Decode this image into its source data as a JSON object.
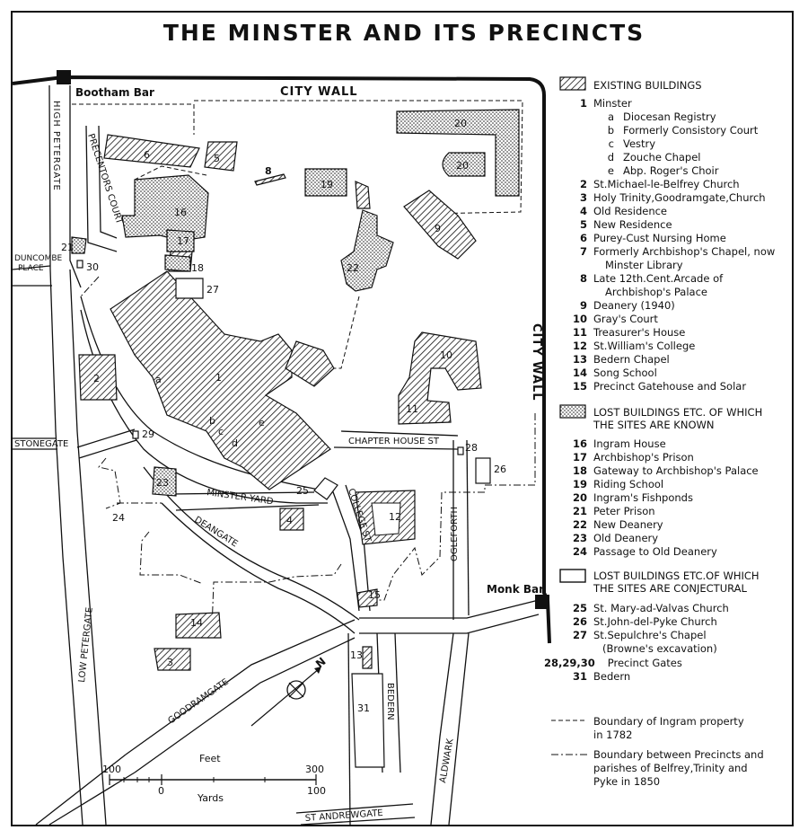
{
  "title": "THE MINSTER AND ITS PRECINCTS",
  "map_labels": {
    "bootham_bar": "Bootham Bar",
    "city_wall_top": "CITY WALL",
    "city_wall_right": "CITY WALL",
    "monk_bar": "Monk Bar",
    "high_petergate": "HIGH PETERGATE",
    "precentors_court": "PRECENTORS COURT",
    "duncombe_place_1": "DUNCOMBE",
    "duncombe_place_2": "PLACE",
    "stonegate": "STONEGATE",
    "minster_yard": "MINSTER YARD",
    "college_st": "COLLEGE ST",
    "chapter_house_st": "CHAPTER HOUSE ST",
    "deangate": "DEANGATE",
    "ogleforth": "OGLEFORTH",
    "low_petergate": "LOW PETERGATE",
    "goodramgate": "GOODRAMGATE",
    "bedern": "BEDERN",
    "aldwark": "ALDWARK",
    "st_andrewgate": "ST ANDREWGATE",
    "north": "N"
  },
  "building_labels": [
    "6",
    "5",
    "8",
    "19",
    "20",
    "20",
    "16",
    "17",
    "18",
    "27",
    "21",
    "30",
    "22",
    "9",
    "1",
    "a",
    "b",
    "c",
    "d",
    "e",
    "2",
    "10",
    "11",
    "29",
    "28",
    "26",
    "23",
    "25",
    "4",
    "12",
    "24",
    "15",
    "14",
    "13",
    "3",
    "31"
  ],
  "scale": {
    "feet_title": "Feet",
    "yards_title": "Yards",
    "feet_ticks": [
      "100",
      "300"
    ],
    "yards_ticks": [
      "0",
      "100"
    ]
  },
  "legend": {
    "existing_header": "EXISTING BUILDINGS",
    "existing": [
      {
        "num": "1",
        "name": "Minster"
      },
      {
        "num": "2",
        "name": "St.Michael-le-Belfrey Church"
      },
      {
        "num": "3",
        "name": "Holy Trinity,Goodramgate,Church"
      },
      {
        "num": "4",
        "name": "Old Residence"
      },
      {
        "num": "5",
        "name": "New Residence"
      },
      {
        "num": "6",
        "name": "Purey-Cust Nursing Home"
      },
      {
        "num": "7",
        "name": "Formerly Archbishop's Chapel, now"
      },
      {
        "num": "",
        "name": "Minster Library"
      },
      {
        "num": "8",
        "name": "Late 12th.Cent.Arcade of"
      },
      {
        "num": "",
        "name": "Archbishop's Palace"
      },
      {
        "num": "9",
        "name": "Deanery (1940)"
      },
      {
        "num": "10",
        "name": "Gray's Court"
      },
      {
        "num": "11",
        "name": "Treasurer's House"
      },
      {
        "num": "12",
        "name": "St.William's College"
      },
      {
        "num": "13",
        "name": "Bedern Chapel"
      },
      {
        "num": "14",
        "name": "Song School"
      },
      {
        "num": "15",
        "name": "Precinct Gatehouse and Solar"
      }
    ],
    "minster_parts": [
      {
        "letter": "a",
        "name": "Diocesan Registry"
      },
      {
        "letter": "b",
        "name": "Formerly Consistory Court"
      },
      {
        "letter": "c",
        "name": "Vestry"
      },
      {
        "letter": "d",
        "name": "Zouche Chapel"
      },
      {
        "letter": "e",
        "name": "Abp. Roger's Choir"
      }
    ],
    "lost_known_header": [
      "LOST BUILDINGS ETC. OF WHICH",
      "THE SITES ARE KNOWN"
    ],
    "lost_known": [
      {
        "num": "16",
        "name": "Ingram House"
      },
      {
        "num": "17",
        "name": "Archbishop's Prison"
      },
      {
        "num": "18",
        "name": "Gateway to Archbishop's Palace"
      },
      {
        "num": "19",
        "name": "Riding School"
      },
      {
        "num": "20",
        "name": "Ingram's Fishponds"
      },
      {
        "num": "21",
        "name": "Peter Prison"
      },
      {
        "num": "22",
        "name": "New Deanery"
      },
      {
        "num": "23",
        "name": "Old Deanery"
      },
      {
        "num": "24",
        "name": "Passage to Old Deanery"
      }
    ],
    "lost_conj_header": [
      "LOST BUILDINGS ETC.OF WHICH",
      "THE SITES ARE CONJECTURAL"
    ],
    "lost_conj": [
      {
        "num": "25",
        "name": "St. Mary-ad-Valvas Church"
      },
      {
        "num": "26",
        "name": "St.John-del-Pyke Church"
      },
      {
        "num": "27",
        "name": "St.Sepulchre's Chapel"
      },
      {
        "num": "",
        "name": "(Browne's excavation)"
      },
      {
        "num": "28,29,30",
        "name": "Precinct Gates"
      },
      {
        "num": "31",
        "name": "Bedern"
      }
    ],
    "boundary_ingram": [
      "Boundary of Ingram property",
      "in 1782"
    ],
    "boundary_parish": [
      "Boundary between Precincts and",
      "parishes of Belfrey,Trinity and",
      "Pyke in 1850"
    ]
  }
}
